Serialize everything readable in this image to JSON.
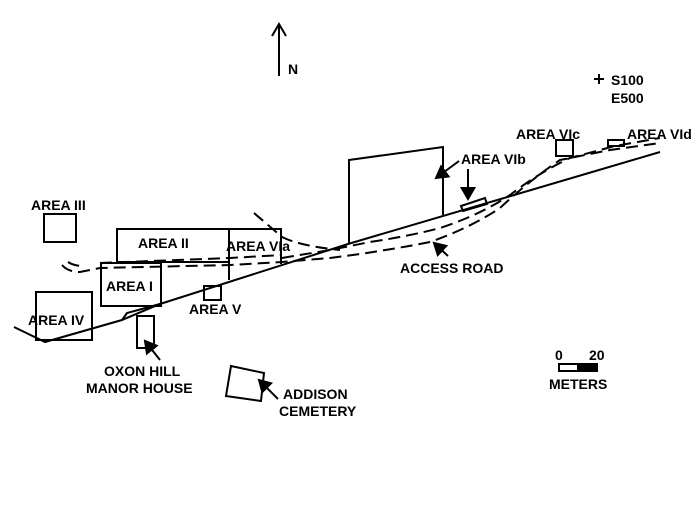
{
  "map": {
    "north_label": "N",
    "grid_ref": {
      "line1": "S100",
      "line2": "E500"
    },
    "scale": {
      "min": "0",
      "max": "20",
      "unit": "METERS"
    },
    "areas": {
      "area_i": "AREA I",
      "area_ii": "AREA II",
      "area_iii": "AREA III",
      "area_iv": "AREA IV",
      "area_v": "AREA V",
      "area_via": "AREA VIa",
      "area_vib": "AREA VIb",
      "area_vic": "AREA VIc",
      "area_vid": "AREA VId"
    },
    "features": {
      "access_road": "ACCESS ROAD",
      "manor_line1": "OXON HILL",
      "manor_line2": "MANOR HOUSE",
      "cemetery_line1": "ADDISON",
      "cemetery_line2": "CEMETERY"
    }
  }
}
